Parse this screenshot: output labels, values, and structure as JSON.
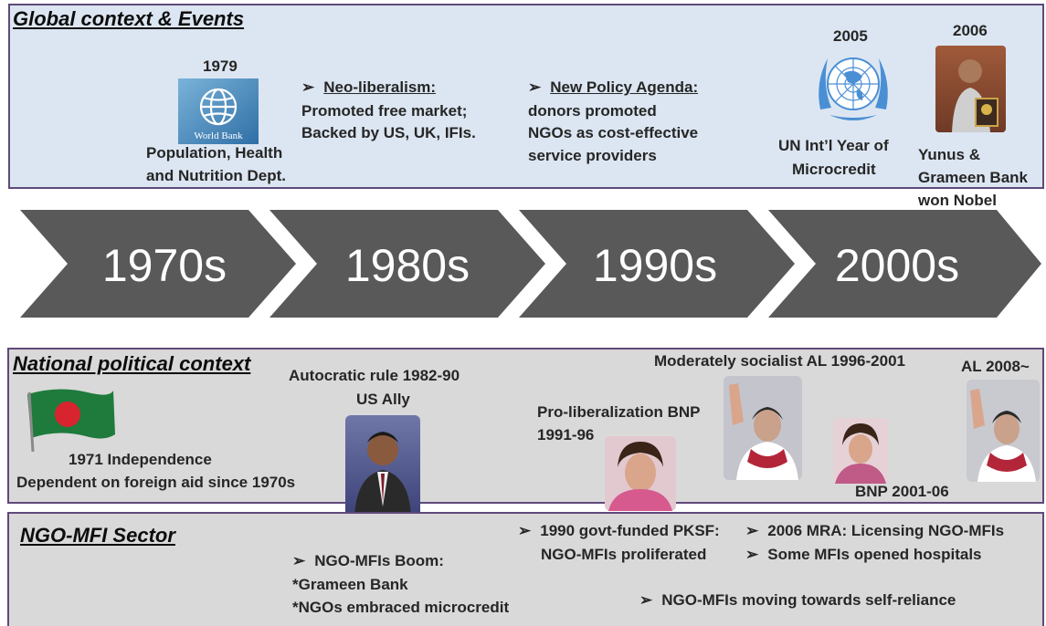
{
  "global": {
    "heading": "Global context  & Events",
    "wb_year": "1979",
    "wb_logo_text": "World Bank",
    "wb_caption_1": "Population, Health",
    "wb_caption_2": "and Nutrition Dept.",
    "neolib_title": "Neo-liberalism:",
    "neolib_line1": "Promoted free market;",
    "neolib_line2": "Backed by US, UK, IFIs.",
    "npa_title": "New Policy Agenda:",
    "npa_line1": "donors promoted",
    "npa_line2": "NGOs as cost-effective",
    "npa_line3": "service providers",
    "un_year": "2005",
    "un_caption_1": "UN Int’l Year of",
    "un_caption_2": "Microcredit",
    "nobel_year": "2006",
    "nobel_caption_1": "Yunus &",
    "nobel_caption_2": "Grameen Bank",
    "nobel_caption_3": "won Nobel"
  },
  "timeline": {
    "decades": [
      "1970s",
      "1980s",
      "1990s",
      "2000s"
    ],
    "color": "#595959"
  },
  "national": {
    "heading": "National political context",
    "independence_1": "1971 Independence",
    "independence_2": "Dependent on foreign aid since 1970s",
    "autocratic_1": "Autocratic rule 1982-90",
    "autocratic_2": "US Ally",
    "bnp1_1": "Pro-liberalization BNP",
    "bnp1_2": "1991-96",
    "al1": "Moderately socialist AL 1996-2001",
    "bnp2": "BNP 2001-06",
    "al2": "AL 2008~"
  },
  "ngo": {
    "heading": "NGO-MFI Sector",
    "boom_title": "NGO-MFIs Boom:",
    "boom_line1": "*Grameen Bank",
    "boom_line2": "*NGOs embraced microcredit",
    "pksf_line1": "1990 govt-funded PKSF:",
    "pksf_line2": "NGO-MFIs proliferated",
    "mra": "2006 MRA: Licensing NGO-MFIs",
    "hospitals": "Some MFIs opened hospitals",
    "self_reliance": "NGO-MFIs moving towards self-reliance"
  },
  "colors": {
    "global_bg": "#dce6f2",
    "gray_bg": "#d9d9d9",
    "border": "#5f497a",
    "flag_green": "#1e7b3c",
    "flag_red": "#d8242f"
  }
}
